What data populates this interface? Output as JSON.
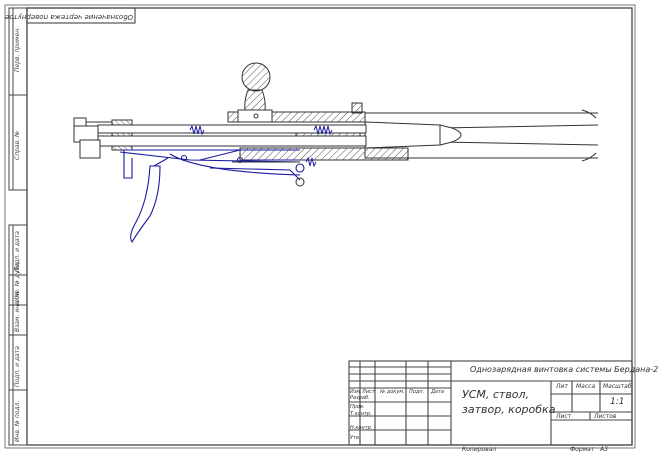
{
  "title_block": {
    "product_name": "Однозарядная винтовка системы Бердана-2",
    "sheet_title_line1": "УСМ, ствол,",
    "sheet_title_line2": "затвор, коробка",
    "col_lit": "Лит",
    "col_mass": "Масса",
    "col_scale": "Масштаб",
    "scale_value": "1:1",
    "sheet_label": "Лист",
    "sheets_label": "Листов",
    "row_izm": "Изм",
    "row_list": "Лист",
    "row_doc": "№ докум.",
    "row_podp": "Подп.",
    "row_data": "Дата",
    "row_razrab": "Разраб.",
    "row_prov": "Пров.",
    "row_tkontr": "Т.контр.",
    "row_nkontr": "Н.контр.",
    "row_utv": "Утв.",
    "copied": "Копировал",
    "format_label": "Формат",
    "format_value": "A3"
  },
  "corner_stamp": "Обозначение чертежа повернутое",
  "side_labels": {
    "perv_primen": "Перв. примен.",
    "sprav": "Справ. №",
    "podp_data_1": "Подп. и дата",
    "inv_dubl": "Инв. № дубл.",
    "vzam_inv": "Взам. инв. №",
    "podp_data_2": "Подп. и дата",
    "inv_podl": "Инв. № подл."
  }
}
